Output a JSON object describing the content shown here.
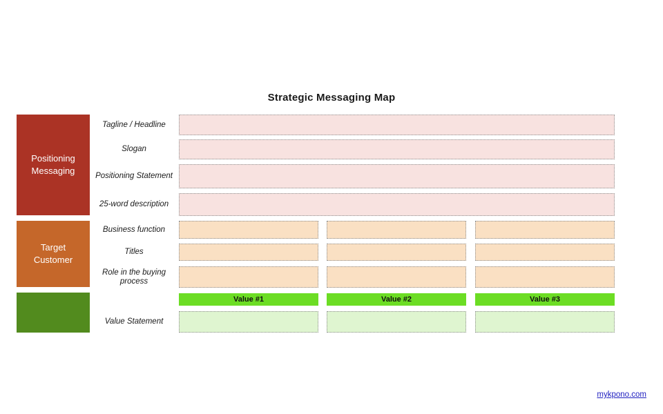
{
  "page": {
    "title": "Strategic Messaging Map",
    "background": "#ffffff"
  },
  "colors": {
    "positioning_block": "#ab3325",
    "target_block": "#c5672a",
    "value_block": "#528b1e",
    "positioning_field": "#f8e2e0",
    "target_field": "#fae0c3",
    "value_field": "#dff5d0",
    "value_header": "#6cdd24",
    "field_border": "#8d8d8d",
    "link": "#2020c0"
  },
  "categories": [
    {
      "id": "positioning",
      "label": "Positioning\nMessaging",
      "line1": "Positioning",
      "line2": "Messaging"
    },
    {
      "id": "target",
      "label": "Target\nCustomer",
      "line1": "Target",
      "line2": "Customer"
    },
    {
      "id": "value",
      "label": "",
      "line1": "",
      "line2": ""
    }
  ],
  "rows": [
    {
      "id": "tagline",
      "label": "Tagline / Headline",
      "section": "positioning",
      "columns": 1
    },
    {
      "id": "slogan",
      "label": "Slogan",
      "section": "positioning",
      "columns": 1
    },
    {
      "id": "positioning-statement",
      "label": "Positioning Statement",
      "section": "positioning",
      "columns": 1
    },
    {
      "id": "25-word-description",
      "label": "25-word description",
      "section": "positioning",
      "columns": 1
    },
    {
      "id": "business-function",
      "label": "Business function",
      "section": "target",
      "columns": 3
    },
    {
      "id": "titles",
      "label": "Titles",
      "section": "target",
      "columns": 3
    },
    {
      "id": "role-in-buying-process",
      "label": "Role in the buying process",
      "section": "target",
      "columns": 3
    },
    {
      "id": "value-statement",
      "label": "Value Statement",
      "section": "value",
      "columns": 3
    }
  ],
  "value_headers": [
    {
      "id": "value-1",
      "label": "Value #1"
    },
    {
      "id": "value-2",
      "label": "Value #2"
    },
    {
      "id": "value-3",
      "label": "Value #3"
    }
  ],
  "fields": {
    "tagline": [
      ""
    ],
    "slogan": [
      ""
    ],
    "positioning_statement": [
      ""
    ],
    "description_25_word": [
      ""
    ],
    "business_function": [
      "",
      "",
      ""
    ],
    "titles": [
      "",
      "",
      ""
    ],
    "role_in_buying_process": [
      "",
      "",
      ""
    ],
    "value_statement": [
      "",
      "",
      ""
    ]
  },
  "footer": {
    "link_text": "mykpono.com"
  }
}
